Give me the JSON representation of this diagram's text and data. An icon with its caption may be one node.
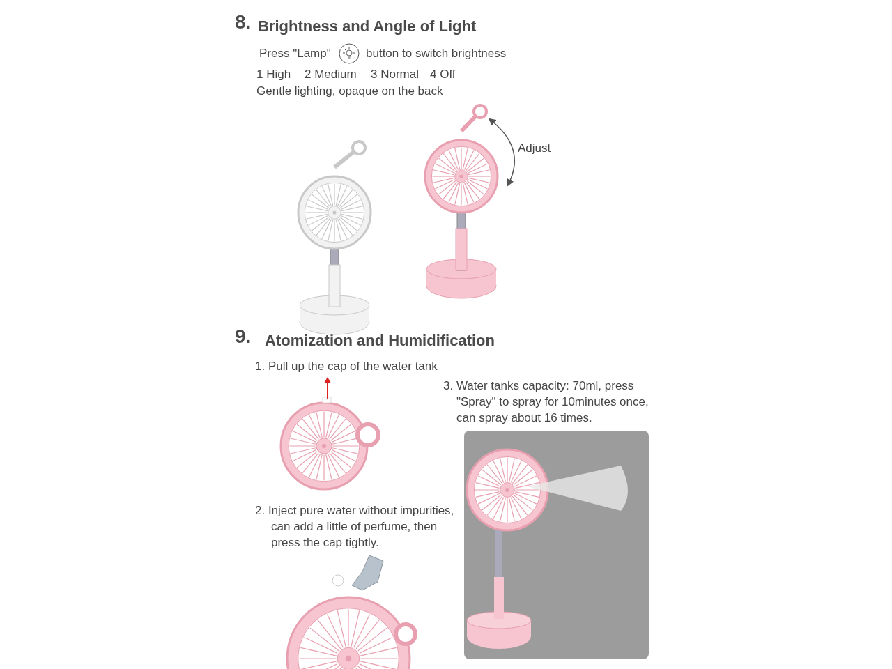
{
  "diagram": {
    "labels": [
      "8.",
      "Brightness and Angle of Light",
      "Press \"Lamp\"",
      "button to switch brightness",
      "1 High",
      "2 Medium",
      "3 Normal",
      "4 Off",
      "Gentle lighting, opaque on the back",
      "Adjust",
      "9.",
      "Atomization and Humidification",
      "1. Pull up the cap of the water tank",
      "3. Water tanks capacity: 70ml, press \"Spray\" to spray for 10minutes once, can spray about 16 times.",
      "2. Inject pure water without impurities, can add a little of perfume, then press the cap tightly."
    ]
  }
}
